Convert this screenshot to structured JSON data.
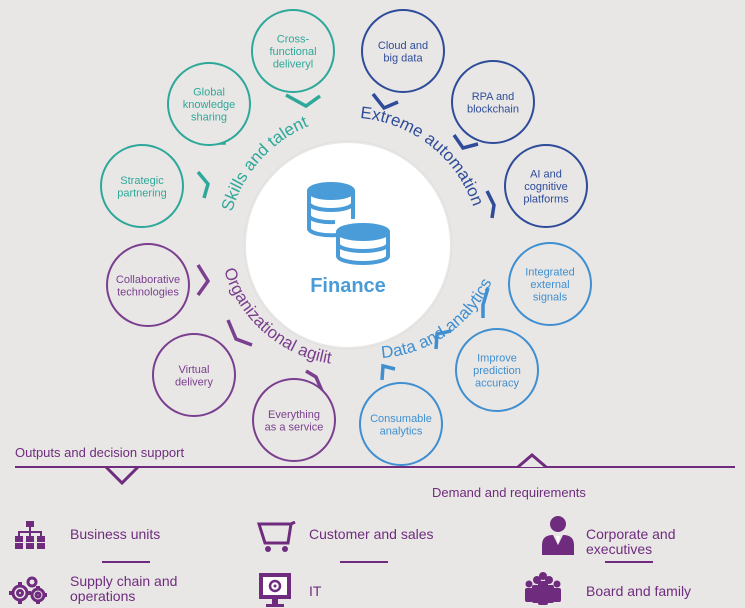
{
  "center": {
    "label": "Finance"
  },
  "colors": {
    "skills": "#2ea89a",
    "automation": "#2e4c9a",
    "data": "#3f8fd1",
    "org": "#7a3f8f",
    "accent": "#4a9cd8",
    "brand": "#6f2c7e"
  },
  "arc_labels": {
    "skills": "Skills and talent",
    "automation": "Extreme automation",
    "data": "Data and analytics",
    "org": "Organizational agility"
  },
  "nodes": {
    "skills": [
      {
        "lines": [
          "Cross-",
          "functional",
          "deliveryl"
        ]
      },
      {
        "lines": [
          "Global",
          "knowledge",
          "sharing"
        ]
      },
      {
        "lines": [
          "Strategic",
          "partnering"
        ]
      }
    ],
    "automation": [
      {
        "lines": [
          "Cloud and",
          "big data"
        ]
      },
      {
        "lines": [
          "RPA and",
          "blockchain"
        ]
      },
      {
        "lines": [
          "AI and",
          "cognitive",
          "platforms"
        ]
      }
    ],
    "data": [
      {
        "lines": [
          "Integrated",
          "external",
          "signals"
        ]
      },
      {
        "lines": [
          "Improve",
          "prediction",
          "accuracy"
        ]
      },
      {
        "lines": [
          "Consumable",
          "analytics"
        ]
      }
    ],
    "org": [
      {
        "lines": [
          "Collaborative",
          "technologies"
        ]
      },
      {
        "lines": [
          "Virtual",
          "delivery"
        ]
      },
      {
        "lines": [
          "Everything",
          "as a service"
        ]
      }
    ]
  },
  "flow": {
    "outputs": "Outputs and decision support",
    "demand": "Demand and requirements"
  },
  "legend": [
    {
      "label": "Business units",
      "icon": "org-chart-icon"
    },
    {
      "label": "Customer and sales",
      "icon": "shopping-cart-icon"
    },
    {
      "label": "Corporate and executives",
      "icon": "executive-person-icon"
    },
    {
      "label": "Supply chain and\noperations",
      "icon": "gears-icon"
    },
    {
      "label": "IT",
      "icon": "monitor-gear-icon"
    },
    {
      "label": "Board and family",
      "icon": "group-people-icon"
    }
  ]
}
